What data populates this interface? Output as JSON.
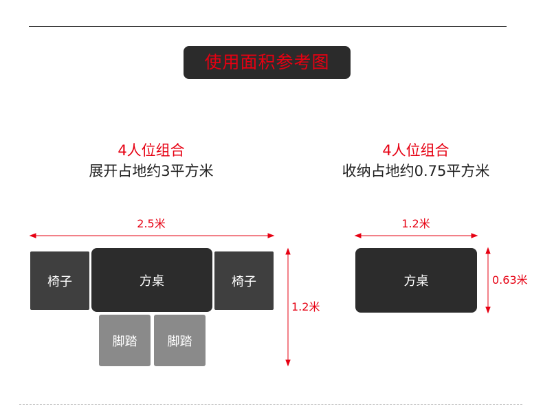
{
  "title": "使用面积参考图",
  "left": {
    "heading": "4人位组合",
    "subheading": "展开占地约3平方米",
    "width_label": "2.5米",
    "height_label": "1.2米",
    "chair_left": "椅子",
    "table": "方桌",
    "chair_right": "椅子",
    "footrest_1": "脚踏",
    "footrest_2": "脚踏"
  },
  "right": {
    "heading": "4人位组合",
    "subheading": "收纳占地约0.75平方米",
    "width_label": "1.2米",
    "height_label": "0.63米",
    "table": "方桌"
  },
  "colors": {
    "accent": "#e60012",
    "title_bg": "#2b2b2b",
    "table": "#2c2c2c",
    "chair": "#3f3f3f",
    "footrest": "#8a8a8a"
  }
}
